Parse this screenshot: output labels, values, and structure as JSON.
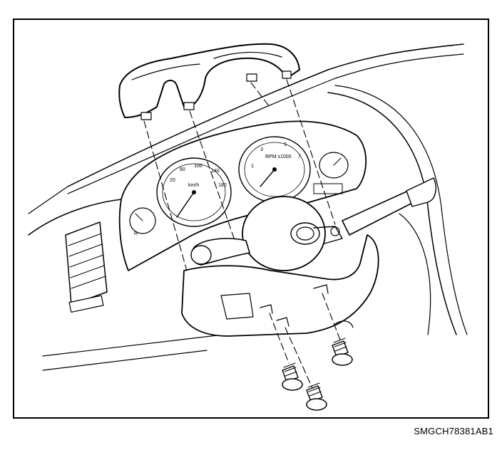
{
  "figure": {
    "caption": "SMGCH78381AB1"
  },
  "gauges": {
    "speedo_unit": "km/h",
    "tacho_unit": "RPM x1000"
  },
  "colors": {
    "ink": "#000000",
    "paper": "#ffffff"
  }
}
